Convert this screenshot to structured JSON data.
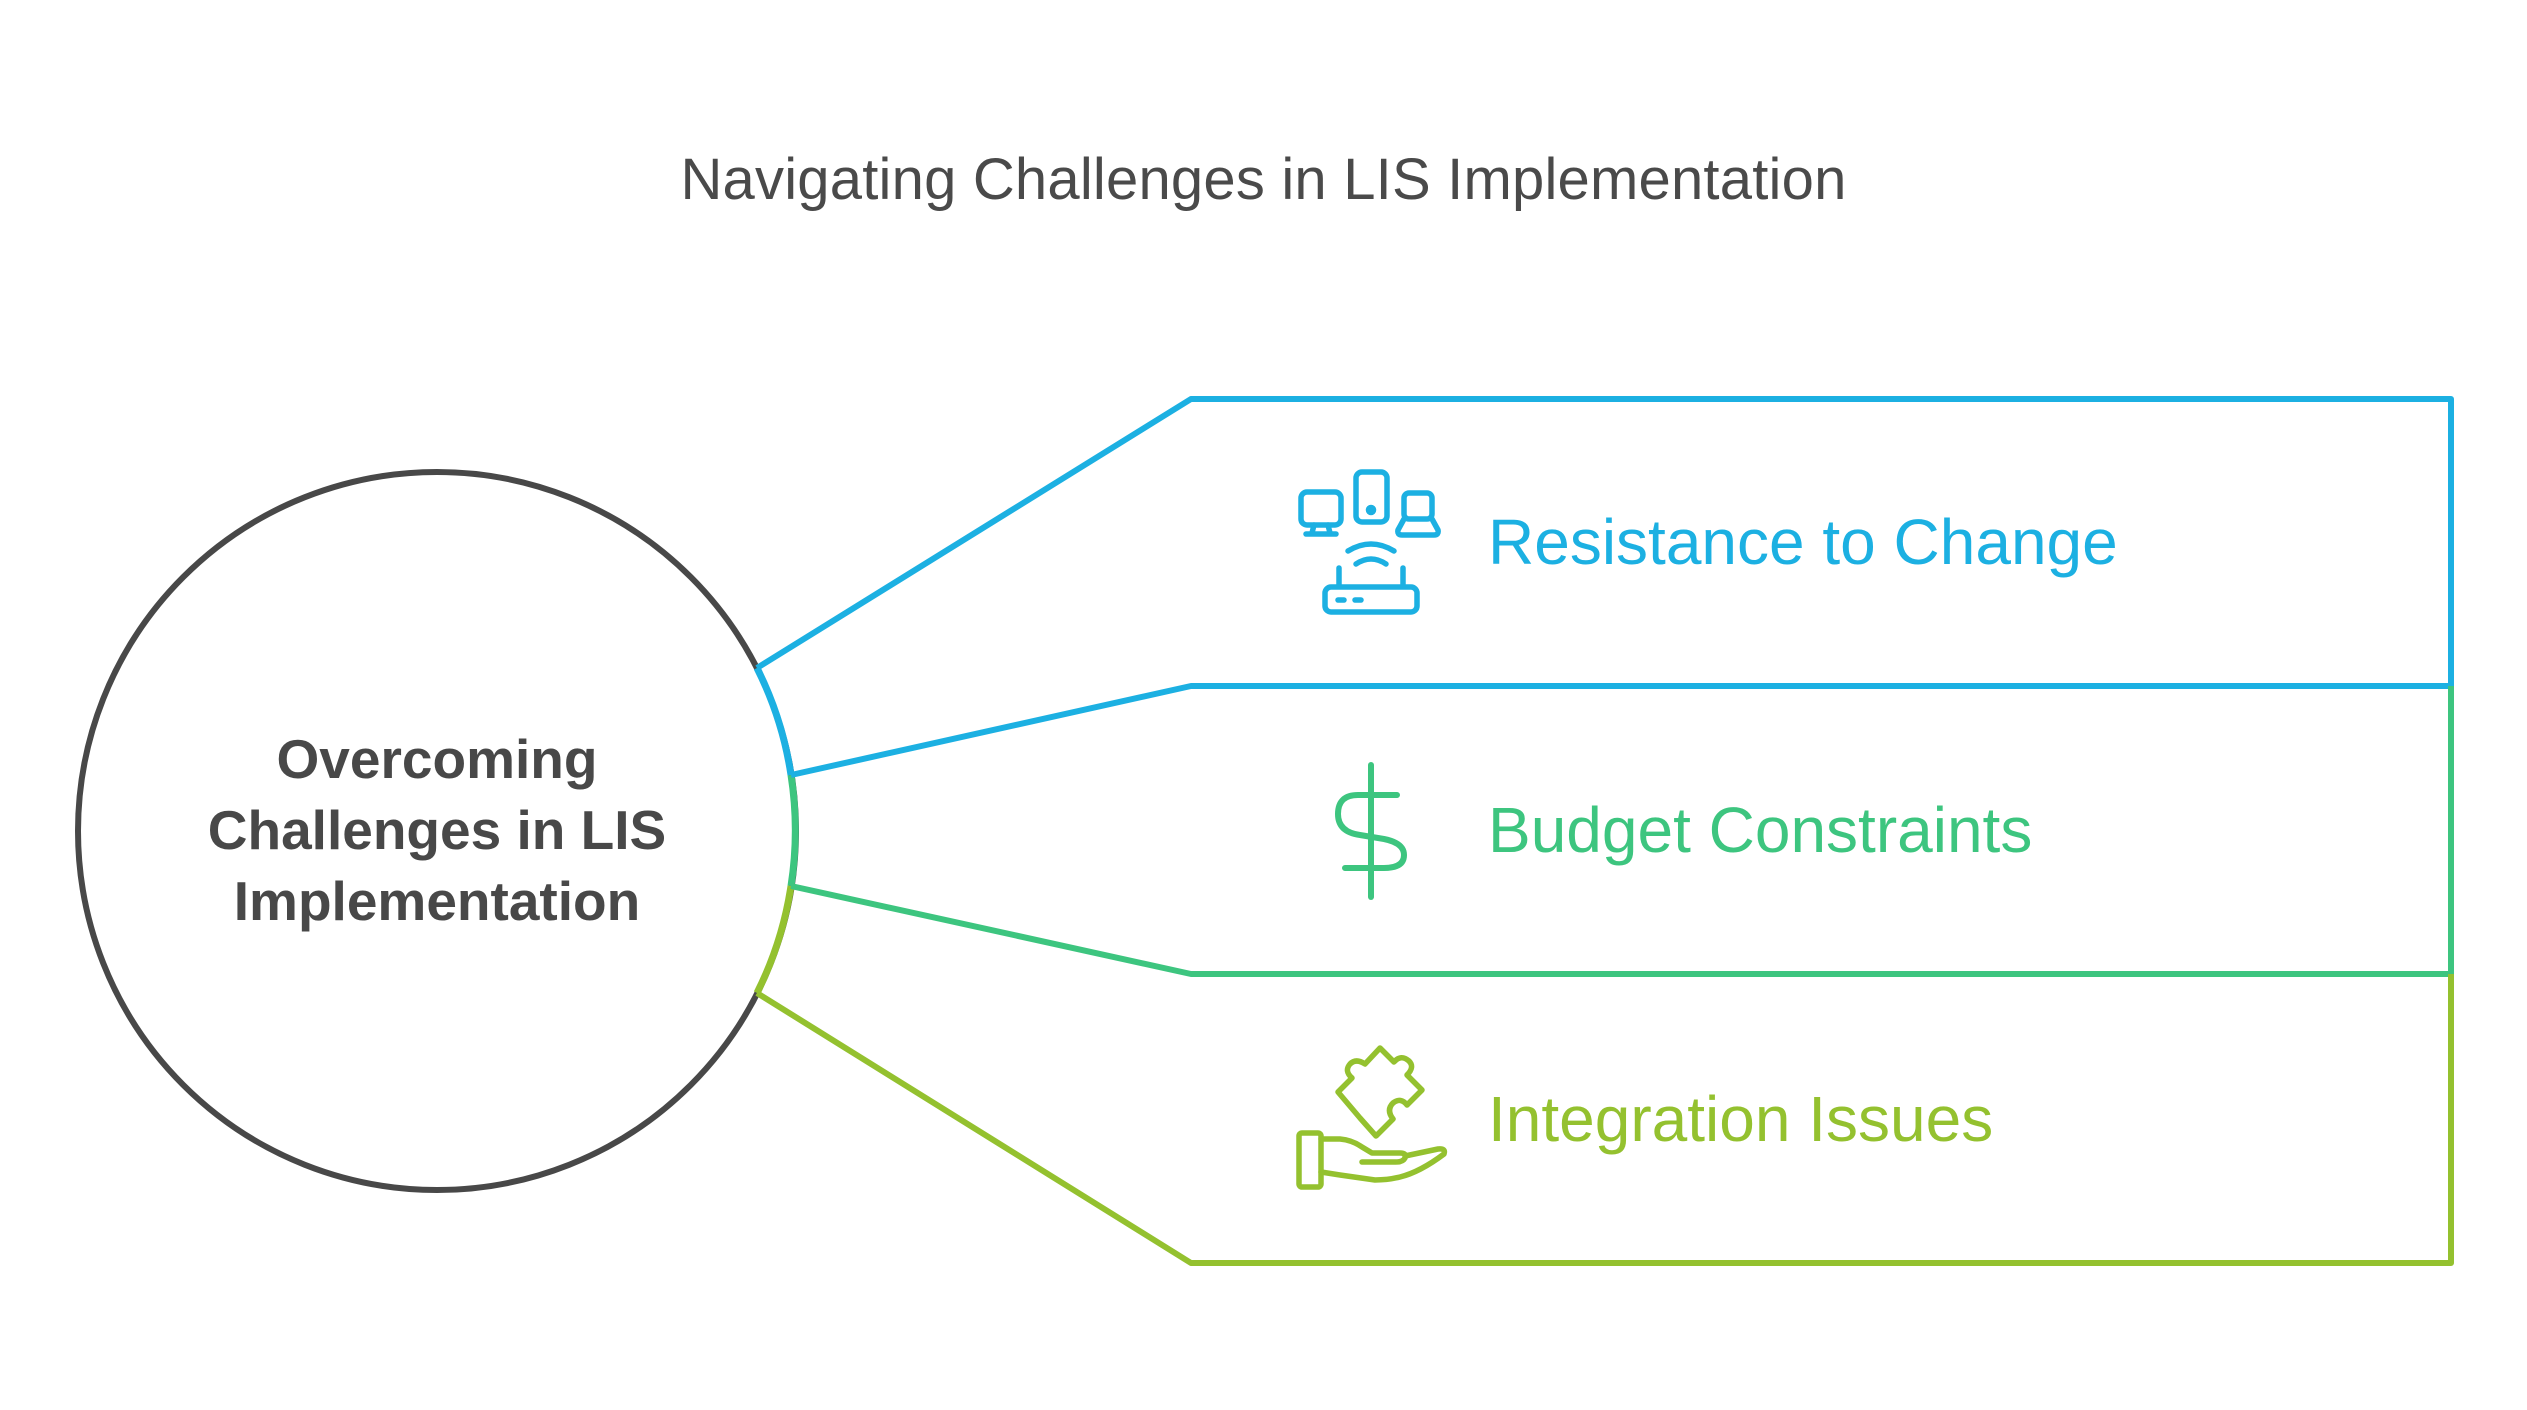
{
  "title": "Navigating Challenges in LIS Implementation",
  "center": {
    "lines": [
      "Overcoming",
      "Challenges in LIS",
      "Implementation"
    ],
    "color": "#484848"
  },
  "items": [
    {
      "label": "Resistance to Change",
      "icon": "devices-router-icon",
      "color": "#1cb0e2"
    },
    {
      "label": "Budget Constraints",
      "icon": "dollar-icon",
      "color": "#3dc57f"
    },
    {
      "label": "Integration Issues",
      "icon": "hand-puzzle-icon",
      "color": "#94c12f"
    }
  ]
}
